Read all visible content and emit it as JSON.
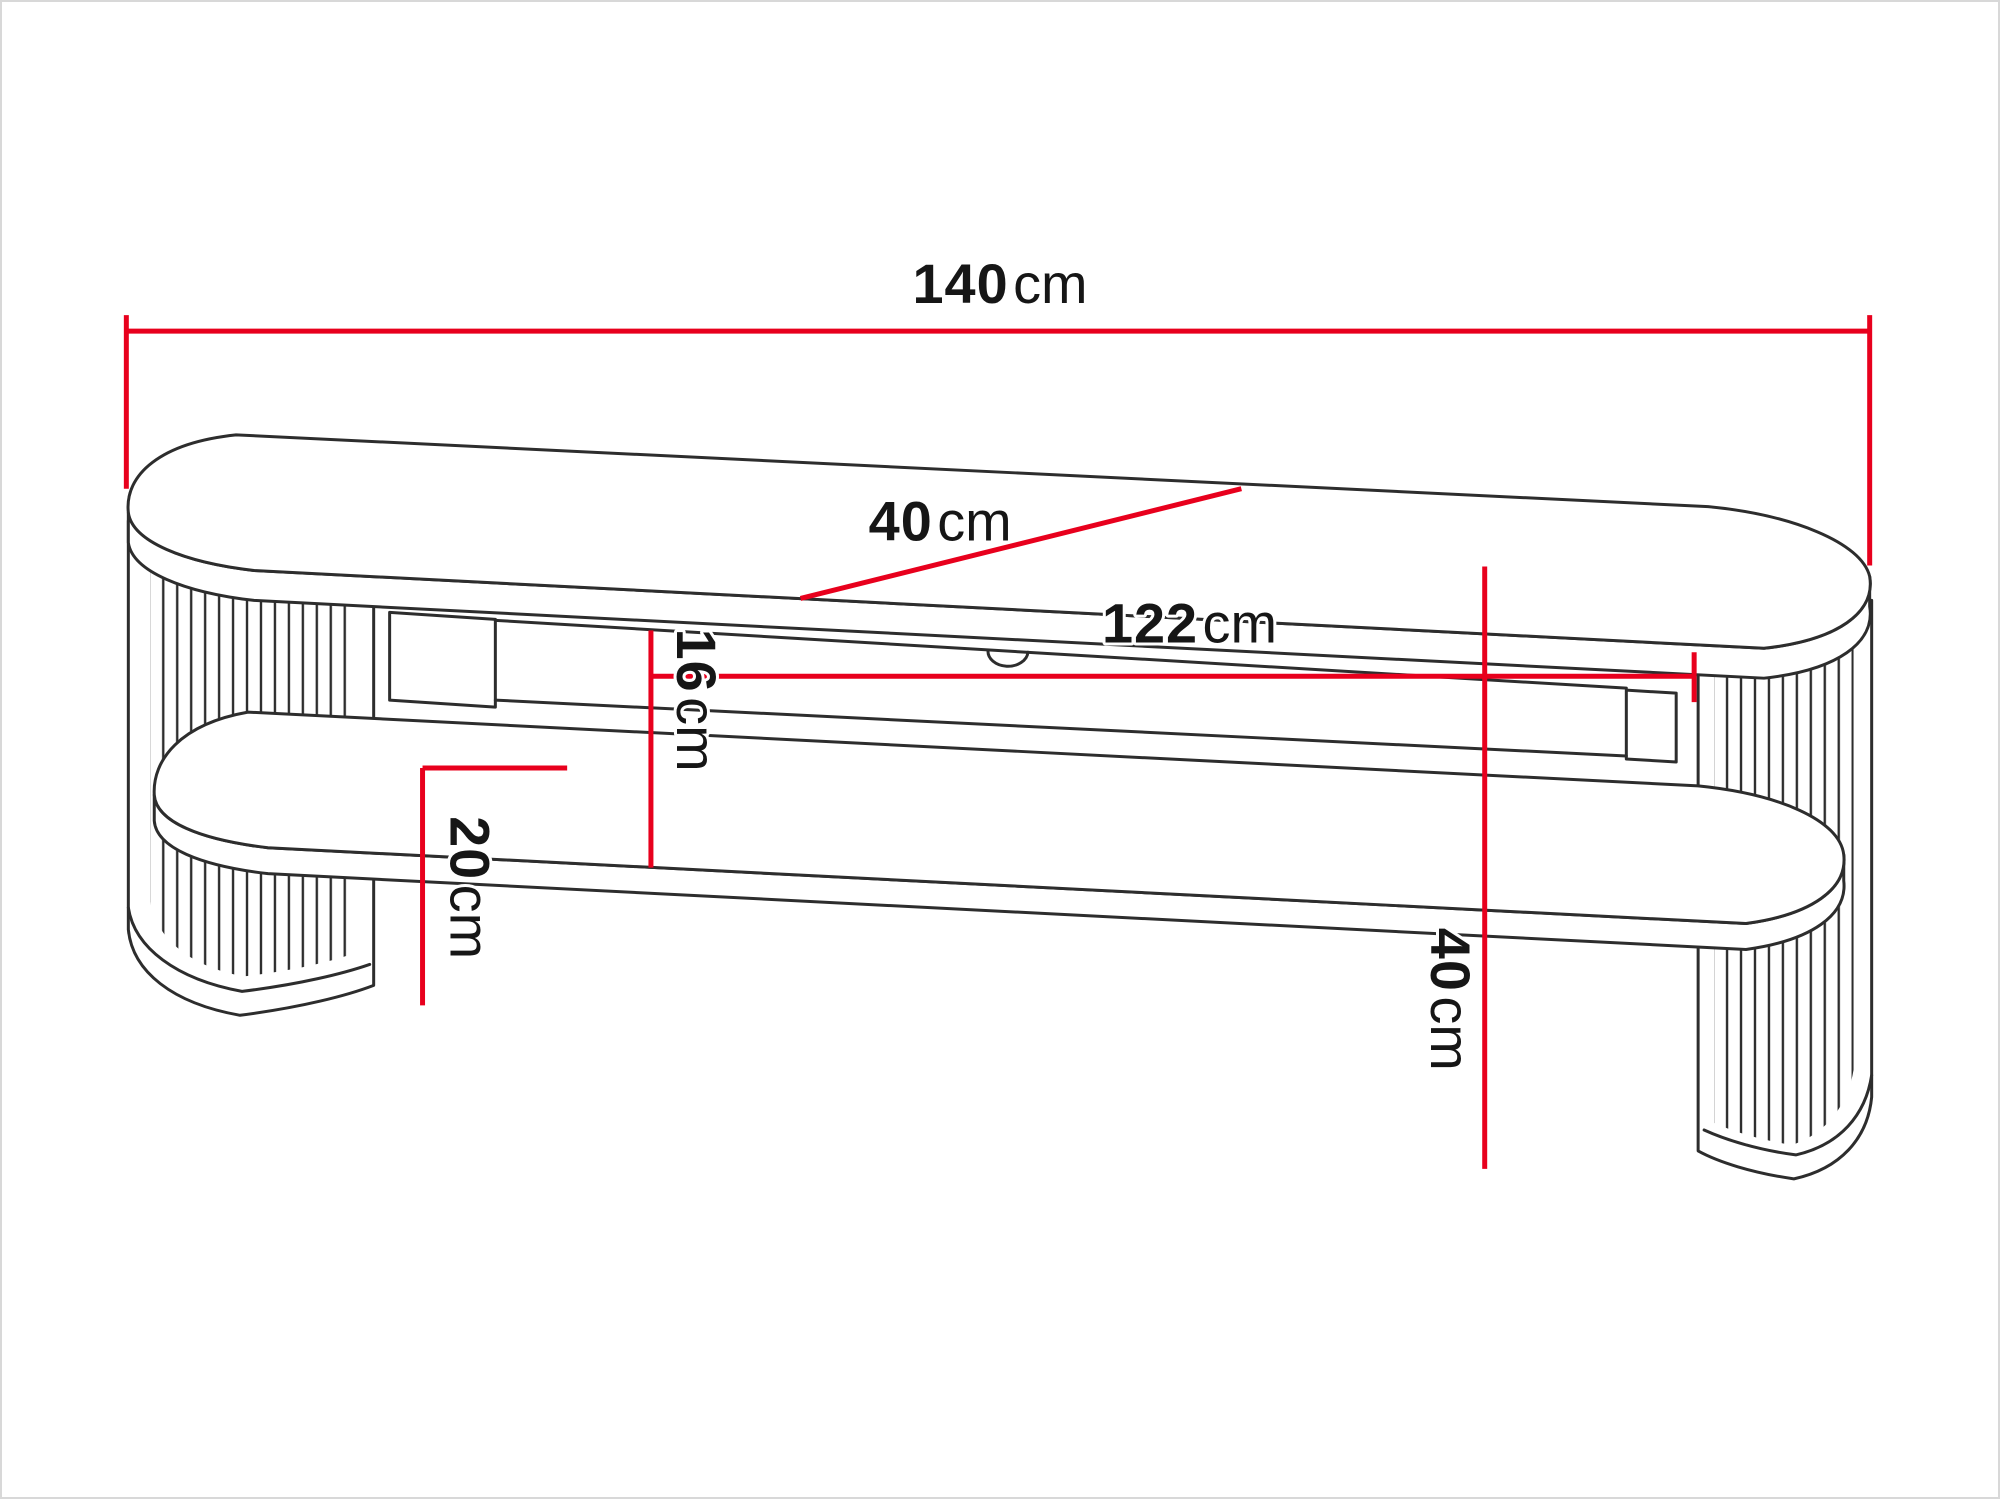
{
  "colors": {
    "dimension_red": "#e8001d",
    "outline": "#2d2d2d",
    "text": "#161616",
    "background": "#ffffff",
    "frame": "#d8d8d8"
  },
  "dimensions": {
    "width": {
      "value": "140",
      "unit": "cm"
    },
    "depth": {
      "value": "40",
      "unit": "cm"
    },
    "shelf_width": {
      "value": "122",
      "unit": "cm"
    },
    "compartment_height": {
      "value": "16",
      "unit": "cm"
    },
    "leg_height": {
      "value": "20",
      "unit": "cm"
    },
    "total_height": {
      "value": "40",
      "unit": "cm"
    }
  }
}
